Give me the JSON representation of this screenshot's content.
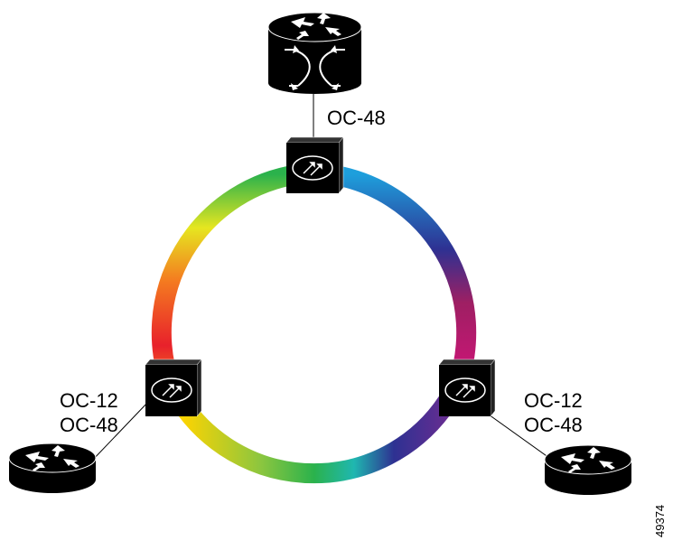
{
  "diagram": {
    "labels": {
      "top_link": "OC-48",
      "left_link_1": "OC-12",
      "left_link_2": "OC-48",
      "right_link_1": "OC-12",
      "right_link_2": "OC-48"
    },
    "figure_number": "49374",
    "ring_colors": [
      "#e8212b",
      "#f47a20",
      "#ffd400",
      "#e6e620",
      "#8cc63f",
      "#2bb24c",
      "#1fb7b0",
      "#1e9fdc",
      "#2e3192",
      "#662d91",
      "#9e1f63",
      "#d4147a"
    ],
    "node_icons": [
      "router-icon",
      "crossconnect-switch-icon",
      "adm-node-icon"
    ]
  }
}
